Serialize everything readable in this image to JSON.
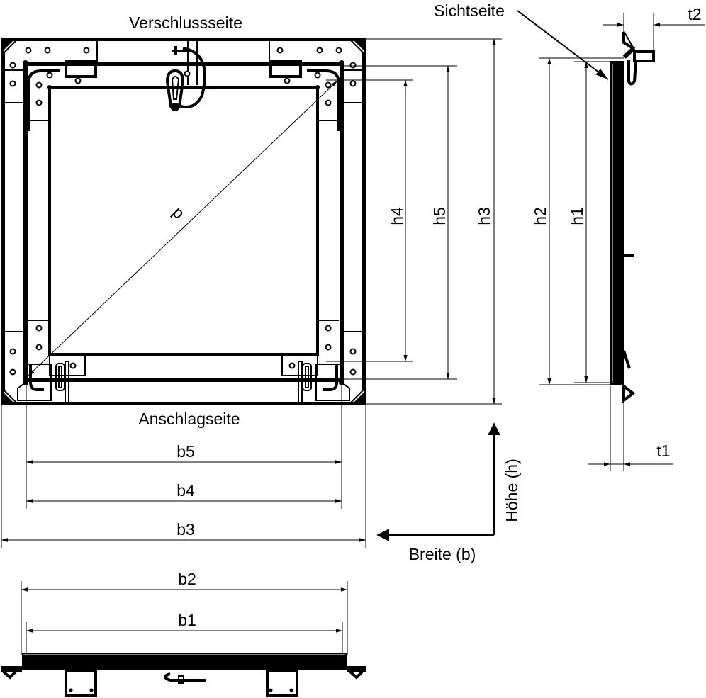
{
  "labels": {
    "top_side": "Verschlussseite",
    "bottom_side": "Anschlagseite",
    "view_side": "Sichtseite",
    "height_axis": "Höhe (h)",
    "width_axis": "Breite (b)"
  },
  "dimensions": {
    "d": "d",
    "h1": "h1",
    "h2": "h2",
    "h3": "h3",
    "h4": "h4",
    "h5": "h5",
    "b1": "b1",
    "b2": "b2",
    "b3": "b3",
    "b4": "b4",
    "b5": "b5",
    "t1": "t1",
    "t2": "t2"
  },
  "colors": {
    "line": "#000000",
    "background": "#ffffff"
  }
}
